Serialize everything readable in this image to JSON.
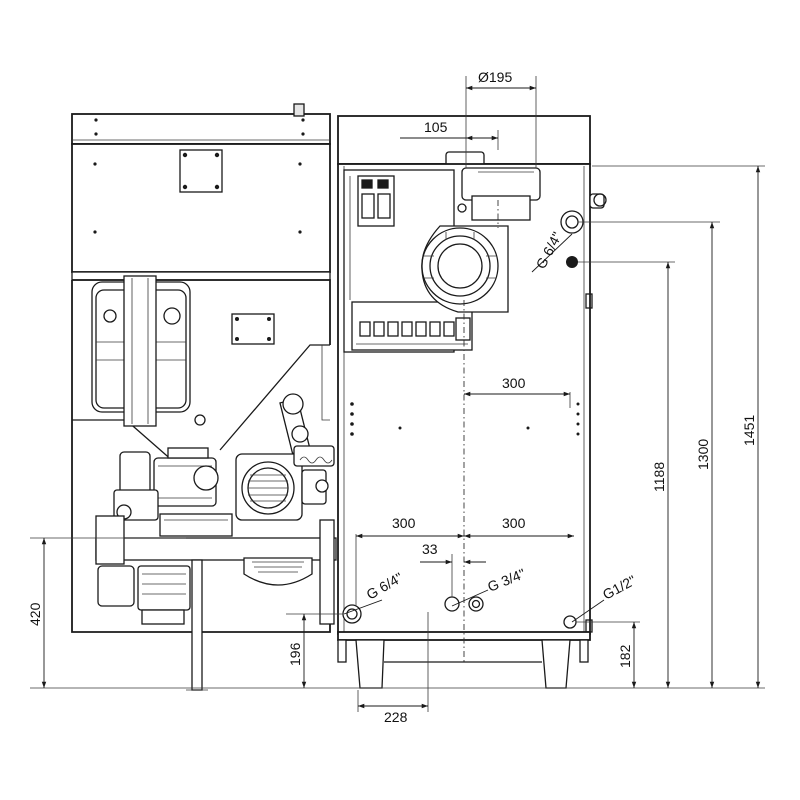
{
  "dimensions": {
    "flue_diameter": "Ø195",
    "flue_offset": "105",
    "upper_horizontal": "300",
    "lower_left_horizontal": "300",
    "lower_right_horizontal": "300",
    "small_offset": "33",
    "floor_offset": "228",
    "height_burner_axis": "420",
    "height_left_outlet": "196",
    "height_drain": "182",
    "height_lower_connection": "1188",
    "height_upper_connection": "1300",
    "height_total": "1451"
  },
  "connections": {
    "top_outlet": "G 6/4\"",
    "bottom_left": "G 6/4\"",
    "bottom_middle": "G 3/4\"",
    "drain": "G1/2\""
  }
}
